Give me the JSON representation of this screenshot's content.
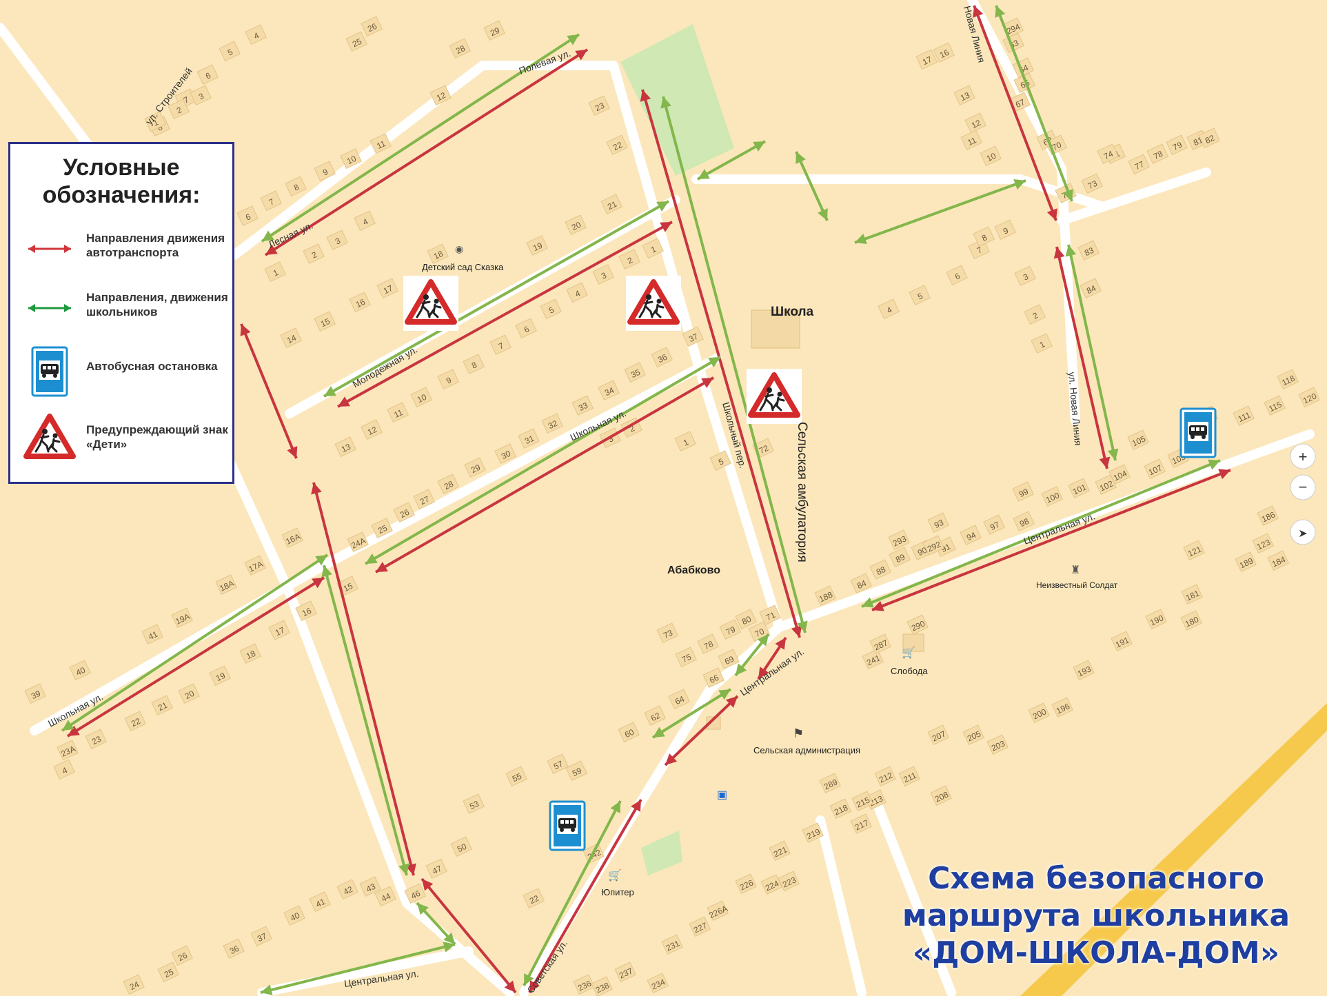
{
  "legend": {
    "title": "Условные обозначения:",
    "items": [
      {
        "icon": "red-double-arrow-icon",
        "label": "Направления движения автотранспорта"
      },
      {
        "icon": "green-double-arrow-icon",
        "label": "Направления, движения школьников"
      },
      {
        "icon": "bus-stop-icon",
        "label": "Автобусная остановка"
      },
      {
        "icon": "children-warning-sign-icon",
        "label": "Предупреждающий знак «Дети»"
      }
    ]
  },
  "title": [
    "Схема безопасного",
    "маршрута  школьника",
    "«ДОМ-ШКОЛА-ДОМ»"
  ],
  "places": {
    "school": "Школа",
    "ambulatory": "Сельская амбулатория",
    "village": "Абабково",
    "kindergarten": "Детский сад Сказка",
    "unknown_soldier": "Неизвестный Солдат",
    "sloboda": "Слобода",
    "administration": "Сельская администрация",
    "jupiter": "Юпитер"
  },
  "streets": {
    "stroiteley": "ул. Строителей",
    "polevaya": "Полевая ул.",
    "lesnaya": "Лесная ул.",
    "molodezhnaya": "Молодежная ул.",
    "shkolnaya_top": "Школьная ул.",
    "shkolnaya_left": "Школьная ул.",
    "shkolny_per": "Школьный пер.",
    "tsentralnaya_right": "Центральная ул.",
    "tsentralnaya_mid": "Центральная ул.",
    "tsentralnaya_bottom": "Центральная ул.",
    "novaya_liniya": "ул. Новая Линия",
    "novaya_liniya_top": "Новая Линия",
    "sovetskaya": "Советская ул."
  },
  "houses": [
    "4",
    "5",
    "6",
    "7",
    "8",
    "1",
    "2",
    "3",
    "25",
    "26",
    "28",
    "29",
    "23",
    "22",
    "21",
    "20",
    "19",
    "18",
    "12",
    "17",
    "11",
    "10",
    "9",
    "8",
    "7",
    "6",
    "2",
    "1",
    "3",
    "4",
    "16",
    "15",
    "14",
    "13",
    "12",
    "11",
    "10",
    "9",
    "8",
    "7",
    "6",
    "5",
    "4",
    "3",
    "2",
    "1",
    "37",
    "36",
    "35",
    "34",
    "33",
    "32",
    "31",
    "30",
    "29",
    "28",
    "27",
    "26",
    "25",
    "24A",
    "16А",
    "17А",
    "18А",
    "19А",
    "41",
    "40",
    "39",
    "15",
    "16",
    "17",
    "18",
    "19",
    "20",
    "21",
    "22",
    "23",
    "23А",
    "4",
    "2",
    "3",
    "1",
    "5",
    "72",
    "73",
    "75",
    "78",
    "79",
    "80",
    "71",
    "70",
    "69",
    "66",
    "64",
    "62",
    "60",
    "59",
    "57",
    "55",
    "53",
    "50",
    "47",
    "46",
    "44",
    "43",
    "42",
    "41",
    "40",
    "37",
    "36",
    "26",
    "25",
    "24",
    "22",
    "242",
    "188",
    "84",
    "88",
    "89",
    "90",
    "91",
    "93",
    "94",
    "97",
    "98",
    "99",
    "100",
    "101",
    "102",
    "104",
    "105",
    "107",
    "109",
    "110",
    "111",
    "115",
    "118",
    "120",
    "121",
    "123",
    "189",
    "184",
    "186",
    "181",
    "180",
    "190",
    "191",
    "193",
    "196",
    "200",
    "203",
    "205",
    "207",
    "208",
    "211",
    "212",
    "213",
    "215",
    "217",
    "218",
    "219",
    "221",
    "223",
    "224",
    "226",
    "226А",
    "227",
    "231",
    "234",
    "236",
    "237",
    "238",
    "241",
    "287",
    "289",
    "290",
    "293",
    "292",
    "294",
    "63",
    "64",
    "65",
    "67",
    "68",
    "70",
    "71",
    "72",
    "73",
    "74",
    "77",
    "78",
    "79",
    "81",
    "82",
    "83",
    "84",
    "17",
    "16",
    "13",
    "12",
    "10",
    "11",
    "7",
    "8",
    "9",
    "6",
    "5",
    "4",
    "3",
    "2",
    "1"
  ]
}
